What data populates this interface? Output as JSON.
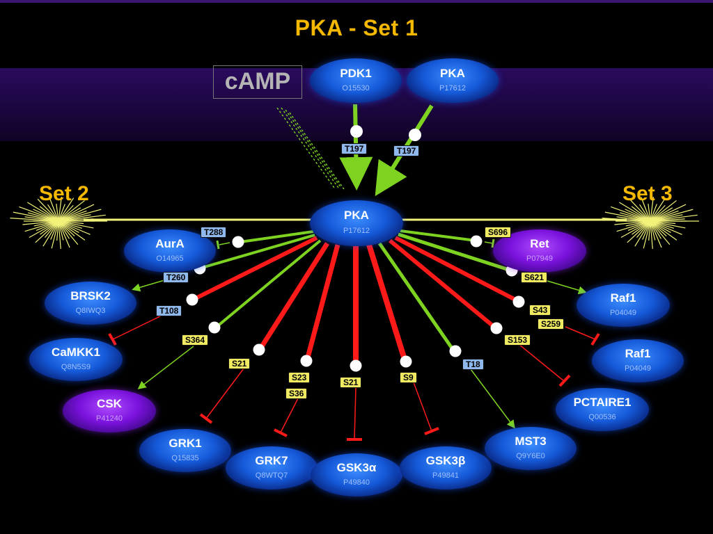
{
  "title": "PKA - Set 1",
  "set2_label": "Set 2",
  "set3_label": "Set 3",
  "camp_label": "cAMP",
  "center": {
    "name": "PKA",
    "id": "P17612"
  },
  "upstream": [
    {
      "name": "PDK1",
      "id": "O15530",
      "site": "T197",
      "site_color": "blue"
    },
    {
      "name": "PKA",
      "id": "P17612",
      "site": "T197",
      "site_color": "blue"
    }
  ],
  "substrates": [
    {
      "name": "AurA",
      "id": "O14965",
      "site": "T288",
      "site_color": "blue",
      "effect": "inhibit",
      "color": "purple_no"
    },
    {
      "name": "BRSK2",
      "id": "Q8IWQ3",
      "site": "T260",
      "site_color": "blue",
      "effect": "activate"
    },
    {
      "name": "CaMKK1",
      "id": "Q8N5S9",
      "site": "T108",
      "site_color": "blue",
      "effect": "inhibit"
    },
    {
      "name": "CSK",
      "id": "P41240",
      "site": "S364",
      "site_color": "yellow",
      "effect": "activate"
    },
    {
      "name": "GRK1",
      "id": "Q15835",
      "site": "S21",
      "site_color": "yellow",
      "effect": "inhibit"
    },
    {
      "name": "GRK7",
      "id": "Q8WTQ7",
      "site": "S23",
      "site2": "S36",
      "site_color": "yellow",
      "effect": "inhibit"
    },
    {
      "name": "GSK3α",
      "id": "P49840",
      "site": "S21",
      "site_color": "yellow",
      "effect": "inhibit"
    },
    {
      "name": "GSK3β",
      "id": "P49841",
      "site": "S9",
      "site_color": "yellow",
      "effect": "inhibit"
    },
    {
      "name": "MST3",
      "id": "Q9Y6E0",
      "site": "T18",
      "site_color": "blue",
      "effect": "activate"
    },
    {
      "name": "PCTAIRE1",
      "id": "Q00536",
      "site": "S153",
      "site_color": "yellow",
      "effect": "inhibit"
    },
    {
      "name": "Raf1",
      "id": "P04049",
      "site": "S43",
      "site2": "S259",
      "site_color": "yellow",
      "effect": "inhibit"
    },
    {
      "name": "Raf1",
      "id": "P04049",
      "site": "S621",
      "site_color": "yellow",
      "effect": "activate"
    },
    {
      "name": "Ret",
      "id": "P07949",
      "site": "S696",
      "site_color": "yellow",
      "effect": "inhibit"
    }
  ],
  "colors": {
    "background": "#000000",
    "title": "#f5b800",
    "activate": "#7ed321",
    "inhibit": "#ff1a1a",
    "set_line": "#f2f27a",
    "band": "#1e0842"
  }
}
